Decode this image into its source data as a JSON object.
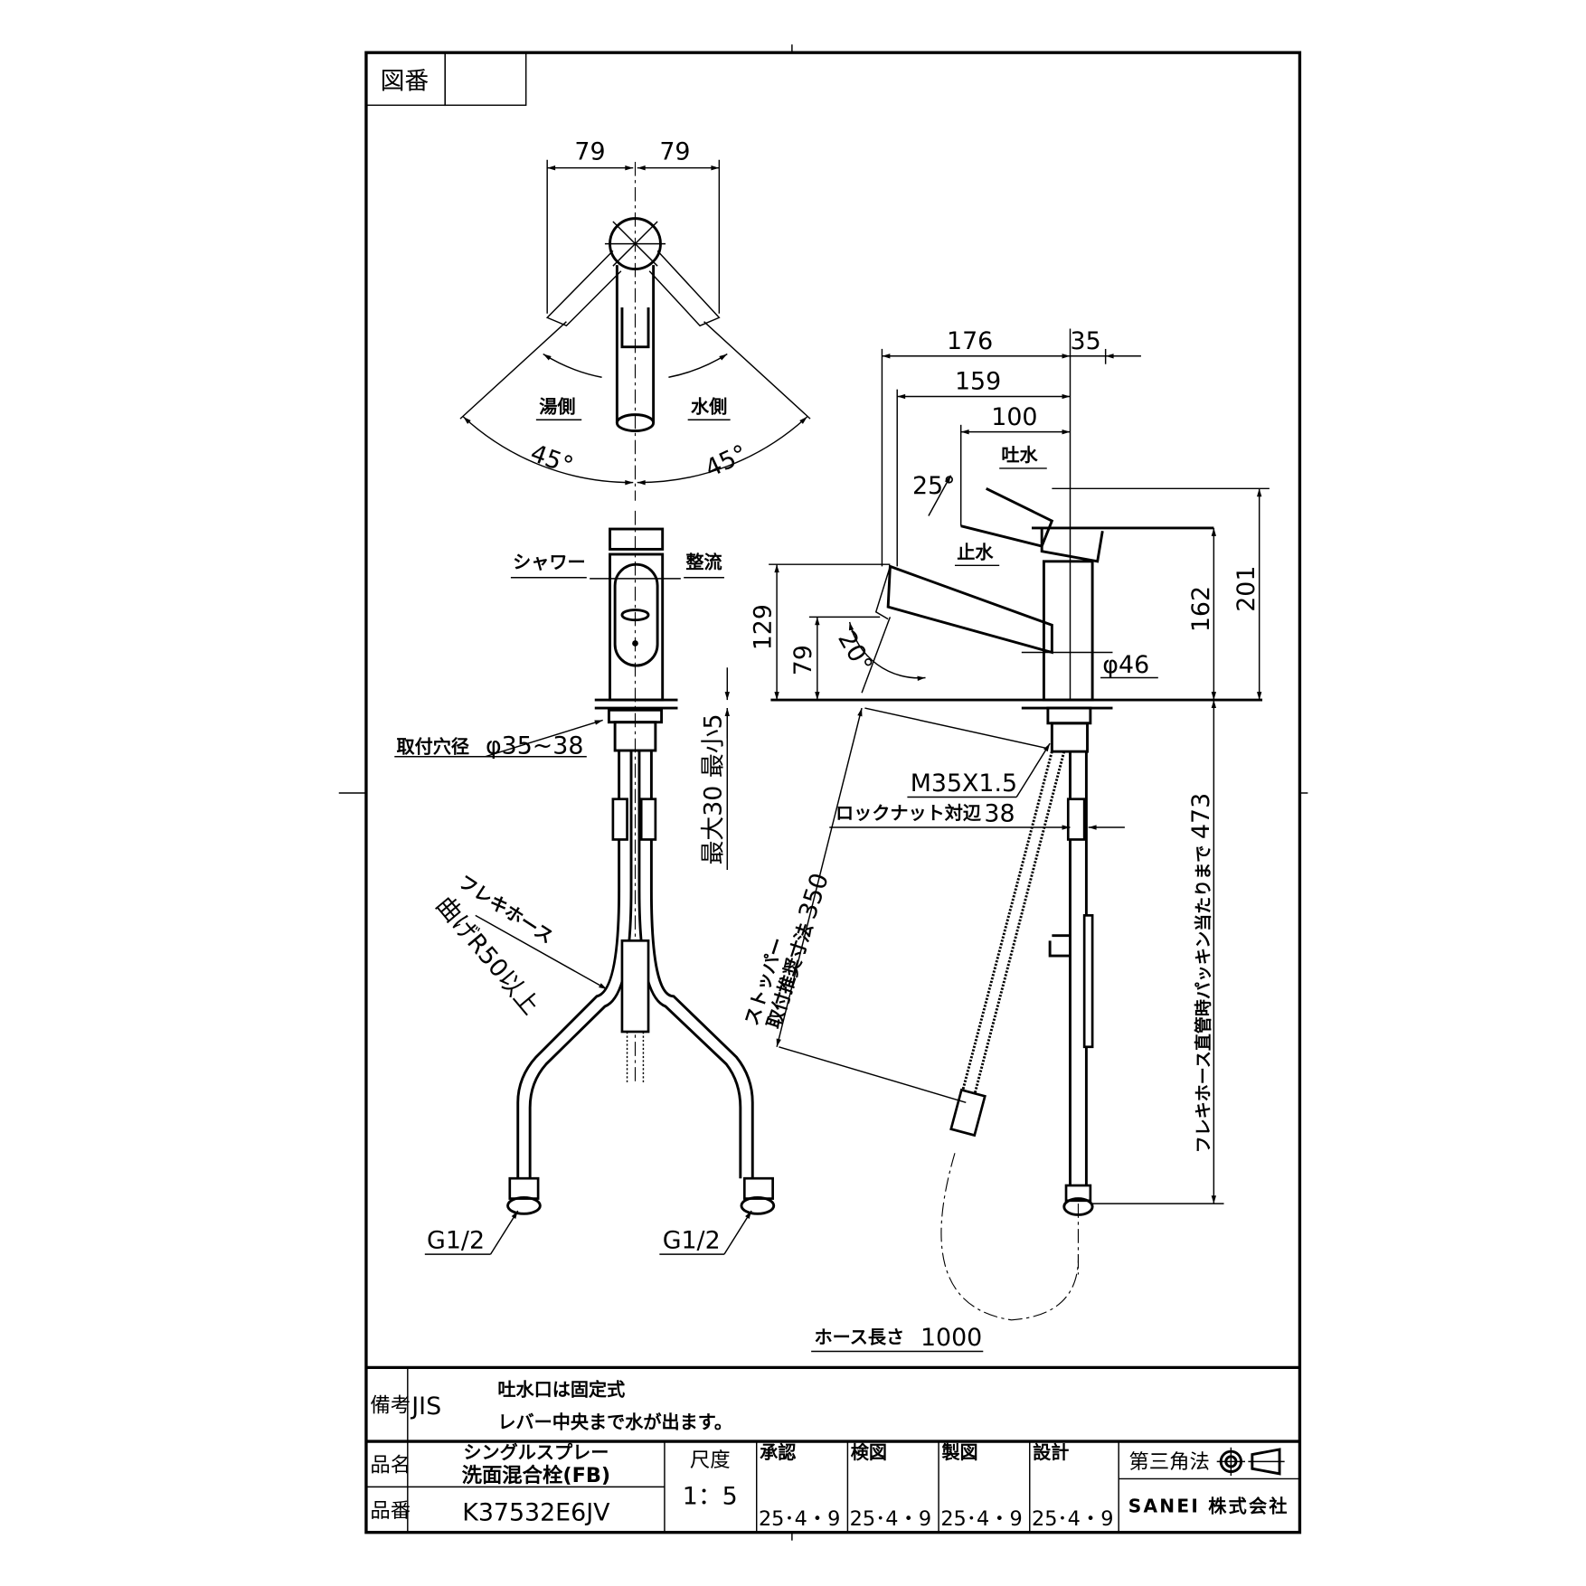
{
  "drawing": {
    "fig_no_label": "図番",
    "fig_no_value": "",
    "top_view": {
      "dim_left": "79",
      "dim_right": "79",
      "hot_side": "湯側",
      "cold_side": "水側",
      "angle_left": "45°",
      "angle_right": "45°"
    },
    "front_view": {
      "shower": "シャワー",
      "straight_flow": "整流",
      "mount_hole": "取付穴径",
      "mount_hole_value": "φ35~38",
      "counter_thickness": "最大30 最小5",
      "flex_hose": "フレキホース",
      "bend_radius": "曲げR50以上",
      "inlet_left": "G1/2",
      "inlet_right": "G1/2"
    },
    "side_view": {
      "dim_176": "176",
      "dim_35": "35",
      "dim_159": "159",
      "dim_100": "100",
      "spout_on": "吐水",
      "angle_25": "25°",
      "spout_off": "止水",
      "dim_129": "129",
      "dim_79": "79",
      "angle_20": "20°",
      "diameter": "φ46",
      "dim_162": "162",
      "dim_201": "201",
      "thread": "M35X1.5",
      "locknut": "ロックナット対辺",
      "locknut_value": "38",
      "stopper_line1": "ストッパー",
      "stopper_line2": "取付推奨寸法",
      "stopper_value": "350",
      "flex_473_label": "フレキホース直管時パッキン当たりまで",
      "flex_473_value": "473",
      "hose_length_label": "ホース長さ",
      "hose_length_value": "1000"
    }
  },
  "title_block": {
    "remarks_label": "備考",
    "remarks_std": "JIS",
    "remarks_line1": "吐水口は固定式",
    "remarks_line2": "レバー中央まで水が出ます。",
    "name_label": "品名",
    "name_line1": "シングルスプレー",
    "name_line2": "洗面混合栓(FB)",
    "part_label": "品番",
    "part_no": "K37532E6JV",
    "scale_label": "尺度",
    "scale_value": "1：5",
    "approval_label": "承認",
    "check_label": "検図",
    "drawn_label": "製図",
    "design_label": "設計",
    "approval_date": "25･4・9",
    "check_date": "25･4・9",
    "drawn_date": "25･4・9",
    "design_date": "25･4・9",
    "projection": "第三角法",
    "company": "SANEI 株式会社"
  }
}
